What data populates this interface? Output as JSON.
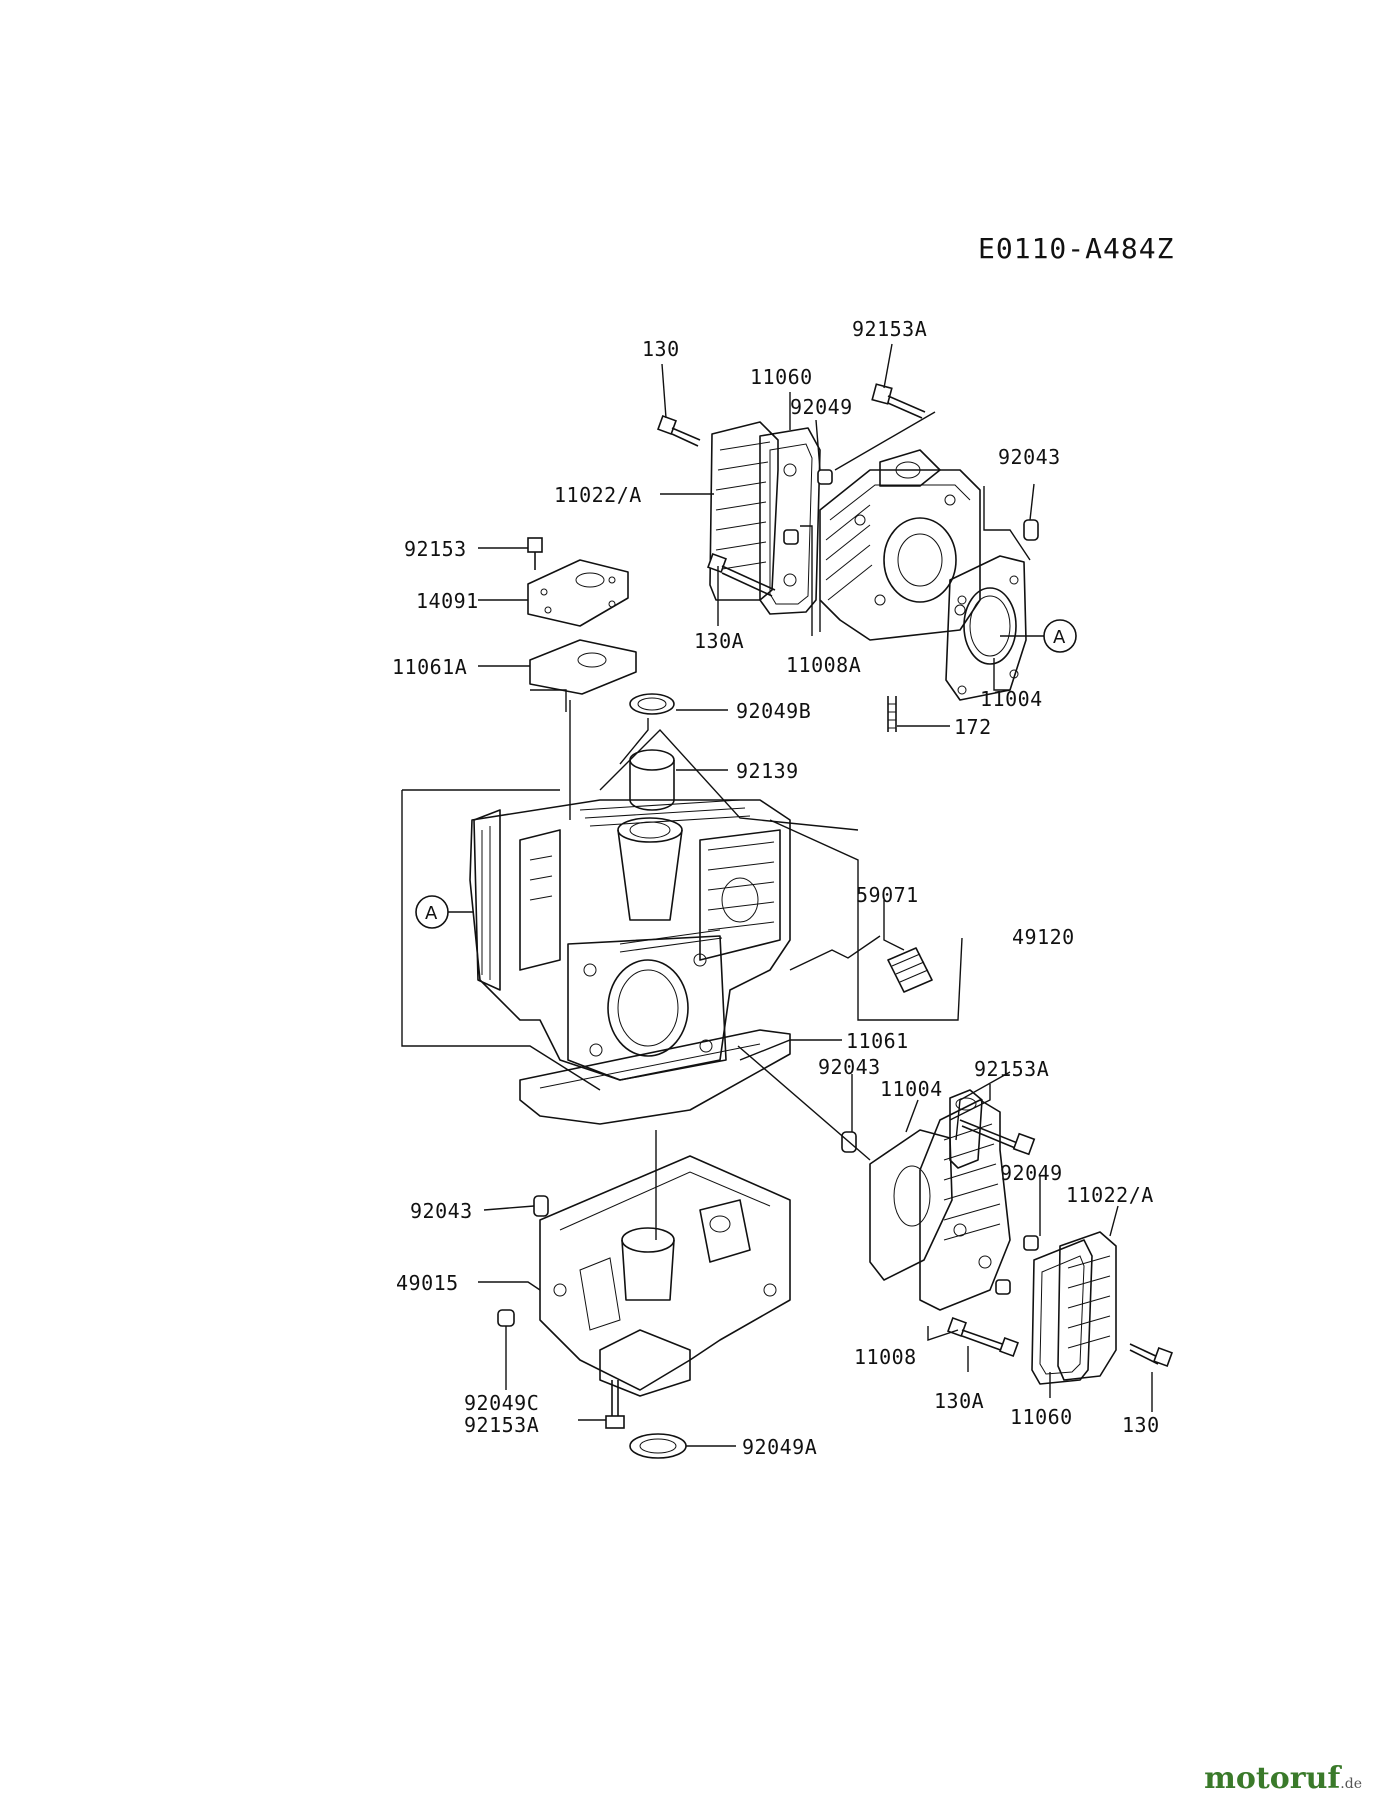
{
  "diagram_code": "E0110-A484Z",
  "callout_letter": "A",
  "labels": {
    "p130_top": "130",
    "p92153A_top": "92153A",
    "p11060_top": "11060",
    "p92049_top": "92049",
    "p92043_top": "92043",
    "p11022A_top": "11022/A",
    "p92153_left": "92153",
    "p14091": "14091",
    "p130A_top": "130A",
    "p11008A": "11008A",
    "p11004_top": "11004",
    "p11061A": "11061A",
    "p92049B": "92049B",
    "p172": "172",
    "p92139": "92139",
    "p59071": "59071",
    "p49120": "49120",
    "p11061": "11061",
    "p92043_mid": "92043",
    "p11004_mid": "11004",
    "p92153A_mid": "92153A",
    "p92049_mid": "92049",
    "p11022A_mid": "11022/A",
    "p92043_low": "92043",
    "p49015": "49015",
    "p92049C": "92049C",
    "p92153A_low": "92153A",
    "p92049A": "92049A",
    "p11008": "11008",
    "p130A_low": "130A",
    "p11060_low": "11060",
    "p130_low": "130"
  },
  "watermark": {
    "brand": "motoruf",
    "tld": ".de"
  }
}
